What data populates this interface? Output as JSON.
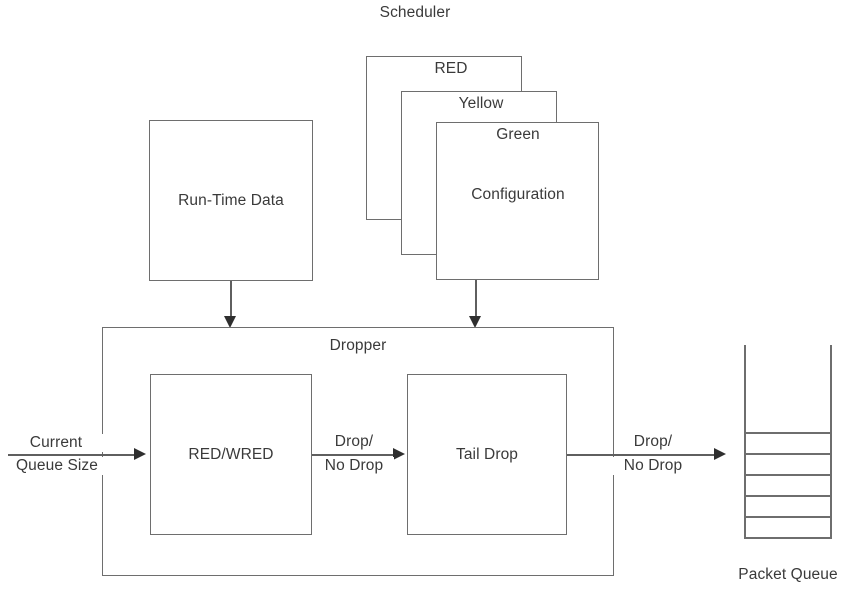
{
  "diagram": {
    "title": "Dropper block diagram with scheduler configuration and packet queue",
    "line_color": "#6e6e6e",
    "text_color": "#3a3a3a",
    "arrow_color": "#2f2f2f",
    "background": "#ffffff"
  },
  "scheduler": {
    "label": "Scheduler",
    "stack": [
      {
        "id": "red",
        "label": "RED"
      },
      {
        "id": "yellow",
        "label": "Yellow"
      },
      {
        "id": "green",
        "label": "Green"
      }
    ],
    "front_card_body": "Configuration"
  },
  "runtime": {
    "label": "Run-Time Data"
  },
  "dropper": {
    "label": "Dropper",
    "stages": [
      {
        "id": "red-wred",
        "label": "RED/WRED"
      },
      {
        "id": "tail-drop",
        "label": "Tail Drop"
      }
    ]
  },
  "signals": {
    "input_line1": "Current",
    "input_line2": "Queue Size",
    "mid_line1": "Drop/",
    "mid_line2": "No Drop",
    "out_line1": "Drop/",
    "out_line2": "No Drop"
  },
  "queue": {
    "label": "Packet Queue",
    "cells": 6
  }
}
